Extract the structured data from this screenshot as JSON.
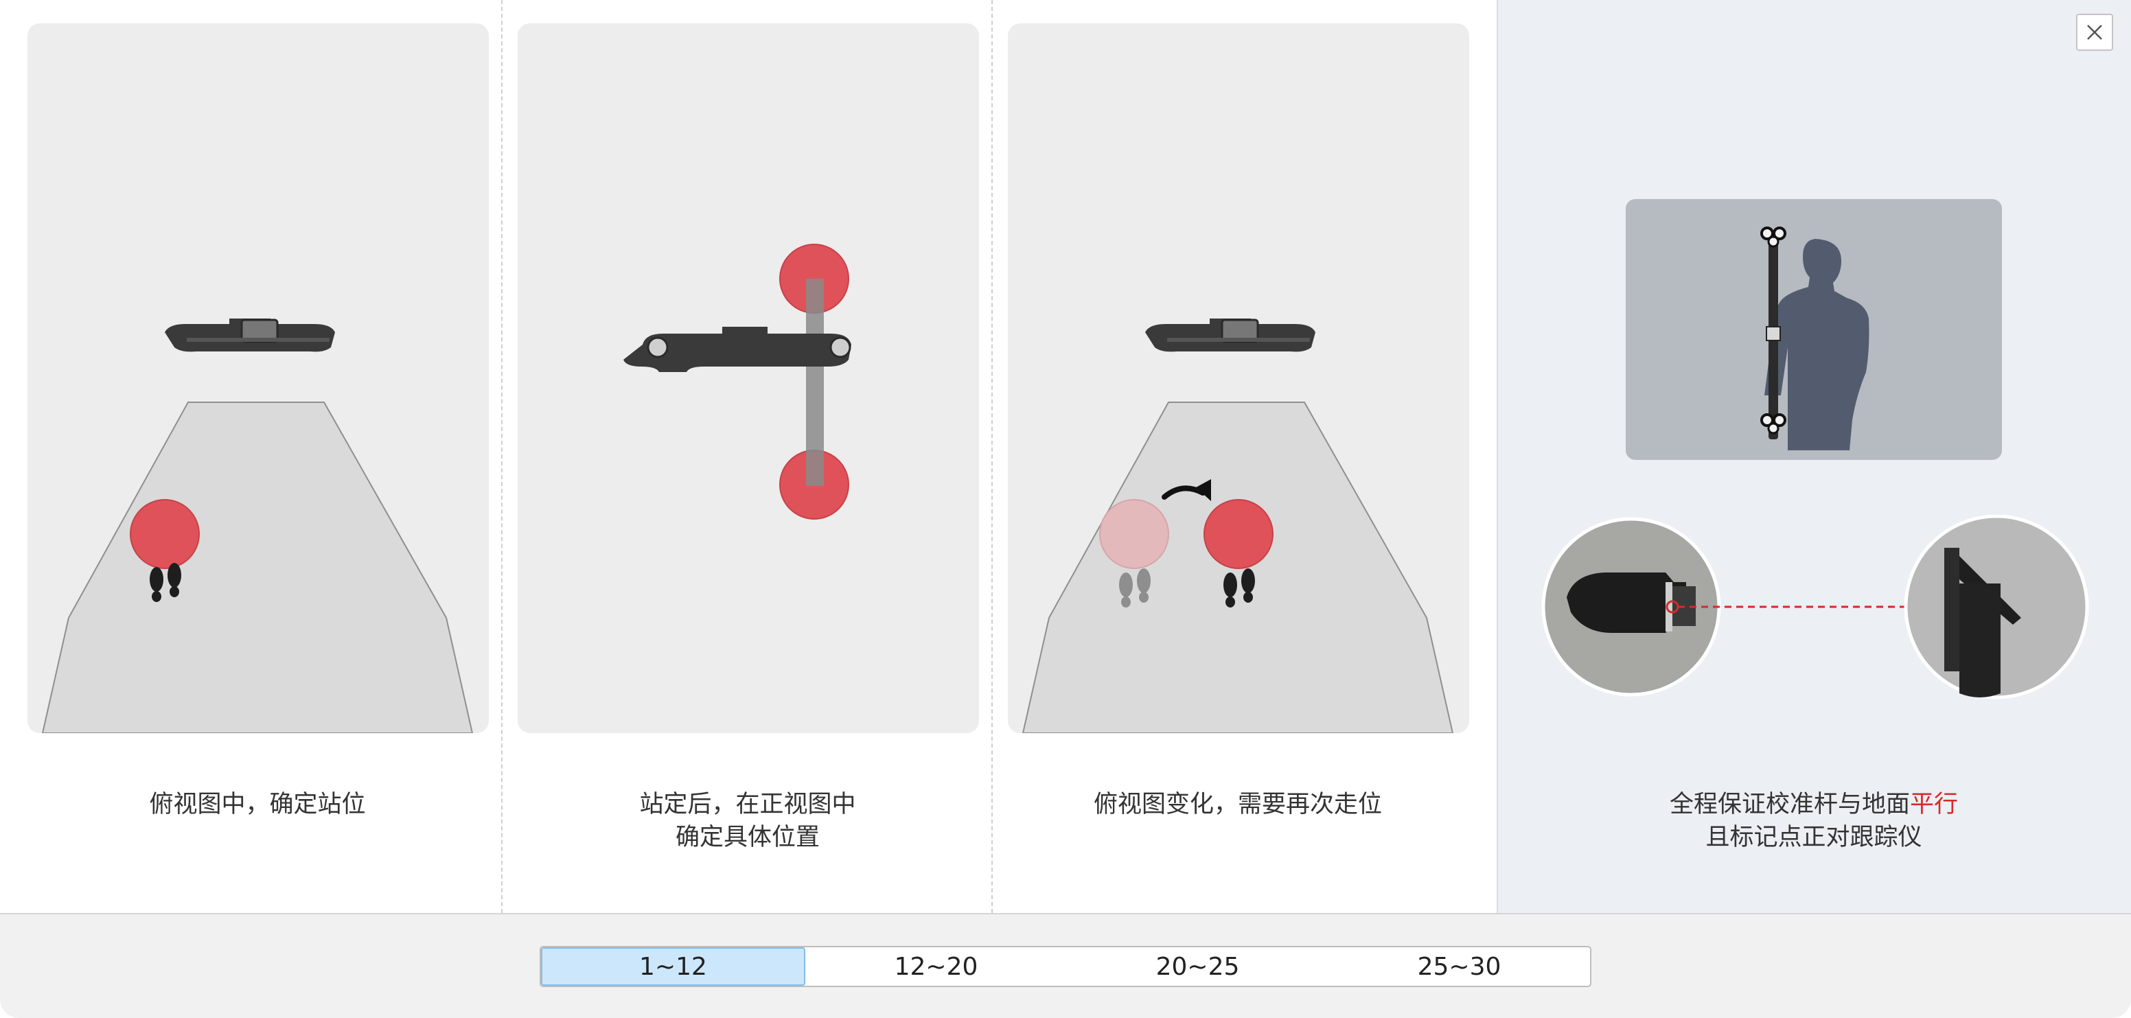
{
  "panels": [
    {
      "caption_lines": [
        "俯视图中，确定站位"
      ]
    },
    {
      "caption_lines": [
        "站定后，在正视图中",
        "确定具体位置"
      ]
    },
    {
      "caption_lines": [
        "俯视图变化，需要再次走位"
      ]
    }
  ],
  "instruction": {
    "line1_prefix": "全程保证校准杆与地面",
    "line1_highlight": "平行",
    "line2": "且标记点正对跟踪仪",
    "highlight_color": "#d42b2b"
  },
  "close_button": {
    "icon": "close-icon"
  },
  "range_tabs": {
    "selected_index": 0,
    "items": [
      "1~12",
      "12~20",
      "20~25",
      "25~30"
    ]
  },
  "colors": {
    "marker_red": "#e05259",
    "marker_faded": "#e3b9bc",
    "zone_fill": "#dadada",
    "active_tab": "#cce7fb"
  }
}
